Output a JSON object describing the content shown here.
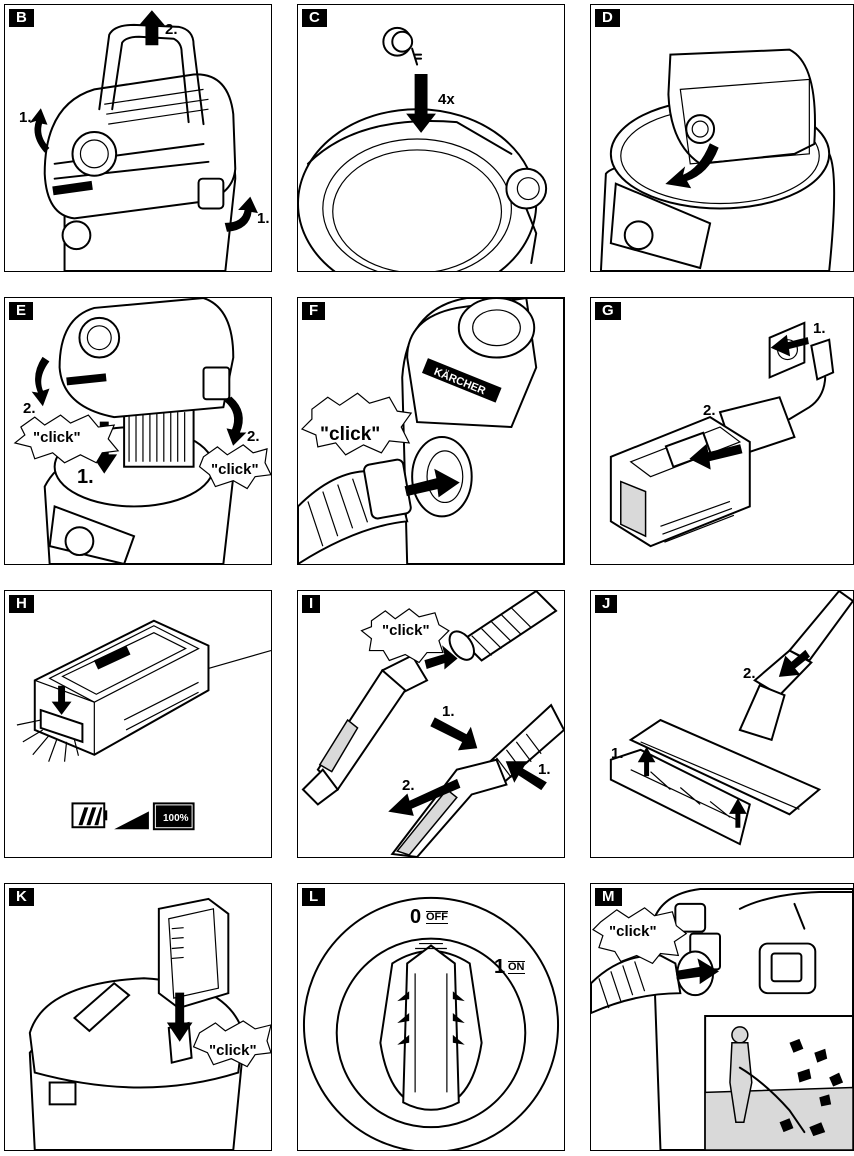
{
  "panels": [
    {
      "id": "B",
      "label": "B",
      "annotations": [
        "1.",
        "2.",
        "1."
      ]
    },
    {
      "id": "C",
      "label": "C",
      "annotations": [
        "4x"
      ]
    },
    {
      "id": "D",
      "label": "D",
      "annotations": []
    },
    {
      "id": "E",
      "label": "E",
      "annotations": [
        "2.",
        "\"click\"",
        "1.",
        "2.",
        "\"click\""
      ]
    },
    {
      "id": "F",
      "label": "F",
      "annotations": [
        "\"click\""
      ]
    },
    {
      "id": "G",
      "label": "G",
      "annotations": [
        "1.",
        "2."
      ]
    },
    {
      "id": "H",
      "label": "H",
      "annotations": [],
      "battery_level_text": "100%"
    },
    {
      "id": "I",
      "label": "I",
      "annotations": [
        "\"click\"",
        "1.",
        "1.",
        "2."
      ]
    },
    {
      "id": "J",
      "label": "J",
      "annotations": [
        "2.",
        "1."
      ]
    },
    {
      "id": "K",
      "label": "K",
      "annotations": [
        "\"click\""
      ]
    },
    {
      "id": "L",
      "label": "L",
      "annotations": [],
      "switch_off": "0",
      "switch_off_text": "OFF",
      "switch_on": "1",
      "switch_on_text": "ON"
    },
    {
      "id": "M",
      "label": "M",
      "annotations": [
        "\"click\""
      ]
    }
  ],
  "brand_text": "KÄRCHER"
}
